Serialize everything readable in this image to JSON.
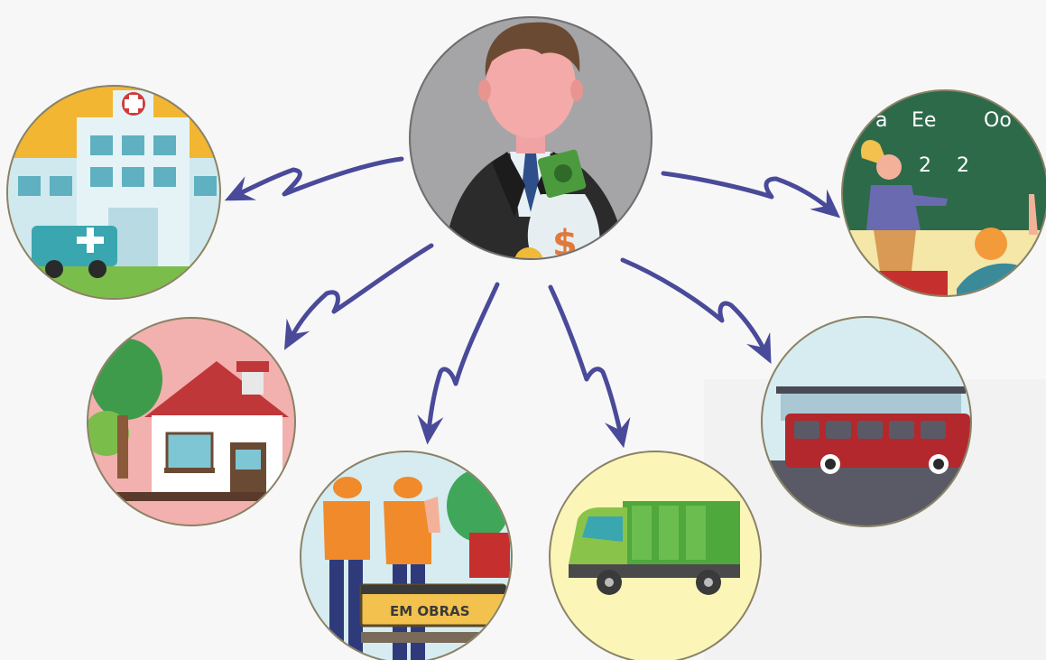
{
  "center": {
    "subject": "businessman-with-money-bag",
    "currency_symbol": "$"
  },
  "nodes": [
    {
      "id": "hospital",
      "icon": "hospital-icon"
    },
    {
      "id": "school",
      "icon": "classroom-icon",
      "board_text": [
        "a",
        "Ee",
        "Oo",
        "2",
        "2"
      ]
    },
    {
      "id": "housing",
      "icon": "house-icon"
    },
    {
      "id": "public-works",
      "icon": "construction-workers-icon",
      "sign_text": "EM OBRAS"
    },
    {
      "id": "waste-collection",
      "icon": "garbage-truck-icon"
    },
    {
      "id": "public-transport",
      "icon": "bus-icon"
    }
  ],
  "colors": {
    "arrow": "#4a4a9a",
    "ring": "#8a8266",
    "background": "#f7f7f7"
  }
}
